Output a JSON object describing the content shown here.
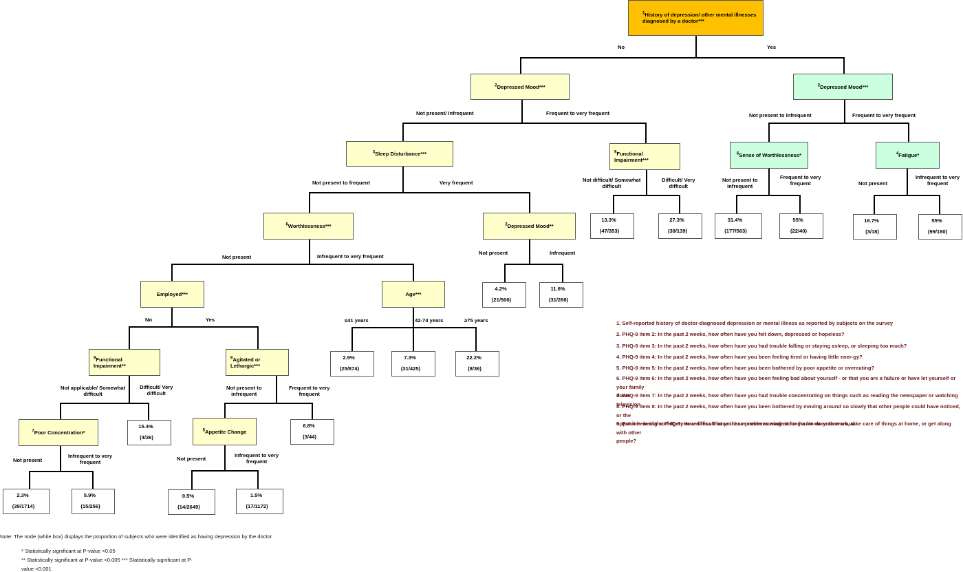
{
  "colors": {
    "root": "#ffc000",
    "left": "#ffffcc",
    "right": "#ccffe0",
    "legend": "#6b1818"
  },
  "nodes": {
    "root": {
      "sup": "1",
      "text": "History of depression/ other mental illnesses diagnosed by a doctor***"
    },
    "n2L": {
      "sup": "2",
      "text": "Depressed Mood***"
    },
    "n2R": {
      "sup": "2",
      "text": "Depressed Mood***"
    },
    "n3": {
      "sup": "3",
      "text": "Sleep Disturbance***"
    },
    "n9a": {
      "sup": "9",
      "text": "Functional Impairment***"
    },
    "n6R": {
      "sup": "6",
      "text": "Sense of Worthlessness*"
    },
    "n4": {
      "sup": "4",
      "text": "Fatigue*"
    },
    "n6L": {
      "sup": "6",
      "text": "Worthlessness***"
    },
    "n2b": {
      "sup": "2",
      "text": "Depressed Mood**"
    },
    "nEmp": {
      "sup": "",
      "text": "Employed***"
    },
    "nAge": {
      "sup": "",
      "text": "Age***"
    },
    "n9b": {
      "sup": "9",
      "text": "Functional Impairment**"
    },
    "n8": {
      "sup": "8",
      "text": "Agitated or Lethargic***"
    },
    "n7": {
      "sup": "7",
      "text": "Poor Concentration*"
    },
    "n5": {
      "sup": "5",
      "text": "Appetite Change"
    }
  },
  "leaves": {
    "l1": {
      "pct": "13.3%",
      "count": "(47/353)"
    },
    "l2": {
      "pct": "27.3%",
      "count": "(38/139)"
    },
    "l3": {
      "pct": "31.4%",
      "count": "(177/563)"
    },
    "l4": {
      "pct": "55%",
      "count": "(22/40)"
    },
    "l5": {
      "pct": "16.7%",
      "count": "(3/18)"
    },
    "l6": {
      "pct": "55%",
      "count": "(99/180)"
    },
    "l7": {
      "pct": "4.2%",
      "count": "(21/506)"
    },
    "l8": {
      "pct": "11.6%",
      "count": "(31/268)"
    },
    "l9": {
      "pct": "2.9%",
      "count": "(25/874)"
    },
    "l10": {
      "pct": "7.3%",
      "count": "(31/425)"
    },
    "l11": {
      "pct": "22.2%",
      "count": "(8/36)"
    },
    "l12": {
      "pct": "15.4%",
      "count": "(4/26)"
    },
    "l13": {
      "pct": "6.8%",
      "count": "(3/44)"
    },
    "l14": {
      "pct": "2.3%",
      "count": "(39/1714)"
    },
    "l15": {
      "pct": "5.9%",
      "count": "(15/256)"
    },
    "l16": {
      "pct": "0.5%",
      "count": "(14/2649)"
    },
    "l17": {
      "pct": "1.5%",
      "count": "(17/1172)"
    }
  },
  "edges": {
    "e1": "No",
    "e2": "Yes",
    "e3": "Not present/ Infrequent",
    "e4": "Frequent to very frequent",
    "e5": "Not present to infrequent",
    "e6": "Frequent to very frequent",
    "e7": "Not present to frequent",
    "e8": "Very frequent",
    "e9": "Not difficult/ Somewhat\ndifficult",
    "e10": "Difficult/ Very\ndifficult",
    "e11": "Not present to\ninfrequent",
    "e12": "Frequent to  very\nfrequent",
    "e13": "Not present",
    "e14": "Infrequent   to   very\nfrequent",
    "e15": "Not present",
    "e16": "Infrequent to very frequent",
    "e17": "Not present",
    "e18": "Infrequent",
    "e19": "No",
    "e20": "Yes",
    "e21": "≤41 years",
    "e22": "42-74 years",
    "e23": "≥75 years",
    "e24": "Not applicable/ Somewhat\ndifficult",
    "e25": "Difficult/ Very\ndifficult",
    "e26": "Not present to\ninfrequent",
    "e27": "Frequent to very\nfrequent",
    "e28": "Not present",
    "e29": "Infrequent   to   very\nfrequent",
    "e30": "Not present",
    "e31": "Infrequent to very\nfrequent"
  },
  "legend": [
    "1.  Self-reported history of doctor-diagnosed depression or mental illness as reported by subjects on the survey",
    "2.  PHQ-9 item 2: In the past 2 weeks, how often have you felt down, depressed or hopeless?",
    "3.  PHQ-9 item 3: In the past 2 weeks, how often have you had trouble falling or staying asleep, or sleeping too much?",
    "4.  PHQ-9 item 4: In the past 2 weeks, how often have you been feeling tired or having little ener-gy?",
    "5.  PHQ-9 item 5: In the past 2 weeks, how often have you been bothered by poor appetite or overeating?",
    "6.  PHQ-9 item 6: In the past 2 weeks, how often have you been feeling bad about yourself  - or that you are a failure or have let yourself or your family\n     down",
    "7.  PHQ-9 item 7: In the past 2 weeks, how often have you had trouble concentrating on things such as reading the newspaper or watching television",
    "8.  PHQ-9 item 8: In the past 2 weeks, how often have you been bothered by moving around so slowly that other people could have noticed, or the\n     opposite—being so fidgety or restless that you have neem moving around a lot more than usual",
    "9.  Extra item of the PHQ-9: How difficult have these problems made it for you to do your work, take care of things at home, or get along with other\n     people?"
  ],
  "notes": {
    "main": "Note: The node (white box) displays the proportion of subjects who were identified as having depression by the doctor",
    "sig1": "* Statistically significant at P-value <0.05",
    "sig2": "** Statistically significant at P-value <0.005 *** Statistically significant at P-",
    "sig3": "value <0.001"
  }
}
